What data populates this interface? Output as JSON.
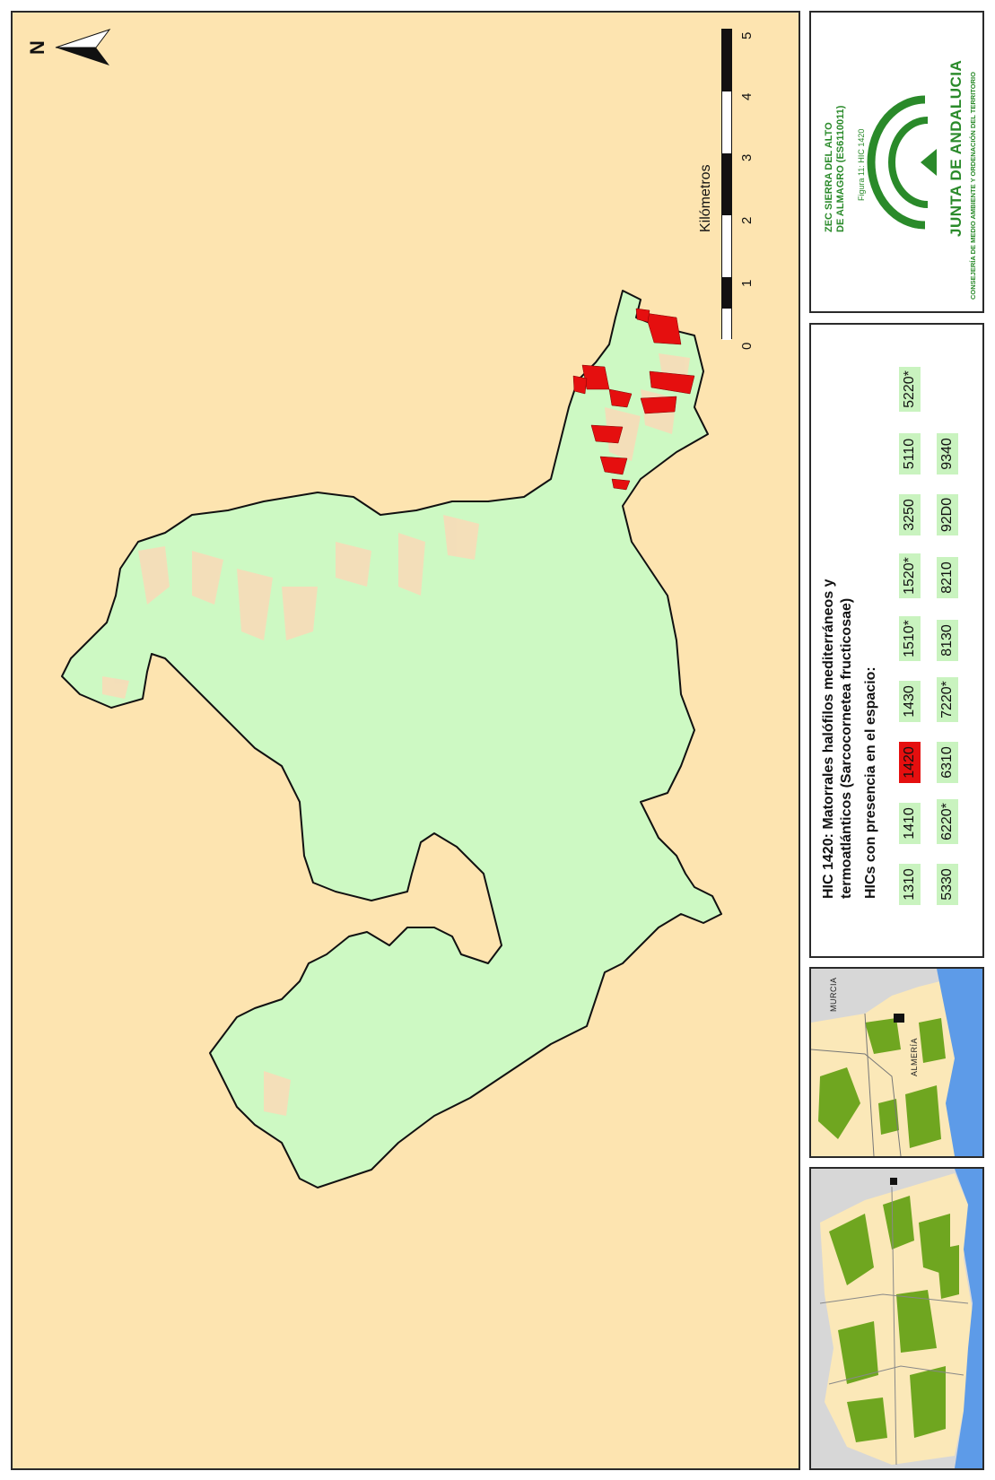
{
  "map": {
    "north_label": "N",
    "scale": {
      "unit_label": "Kilómetros",
      "ticks": [
        "0",
        "1",
        "2",
        "3",
        "4",
        "5"
      ]
    },
    "colors": {
      "background": "#fde4b0",
      "area_fill": "#cdf9c3",
      "patch_fill": "#f8dcb8",
      "hic_1420": "#e50f0f",
      "boundary": "#111111"
    }
  },
  "logo": {
    "site_line1": "ZEC SIERRA DEL ALTO",
    "site_line2": "DE ALMAGRO (ES6110011)",
    "figure": "Figura 11: HIC 1420",
    "org_name": "JUNTA DE ANDALUCIA",
    "org_department": "CONSEJERÍA DE MEDIO AMBIENTE Y ORDENACIÓN DEL TERRITORIO"
  },
  "legend": {
    "title_line1": "HIC 1420: Matorrales halófilos mediterráneos y",
    "title_line2": "termoatlánticos (Sarcocornetea fructicosae)",
    "subtitle": "HICs con presencia en el espacio:",
    "row1": [
      "1310",
      "1410",
      "1420",
      "1430",
      "1510*",
      "1520*",
      "3250",
      "5110",
      "5220*"
    ],
    "row2": [
      "5330",
      "6220*",
      "6310",
      "7220*",
      "8130",
      "8210",
      "92D0",
      "9340"
    ],
    "highlighted": "1420"
  },
  "insets": {
    "region_label_1": "MURCIA",
    "region_label_2": "ALMERÍA"
  }
}
